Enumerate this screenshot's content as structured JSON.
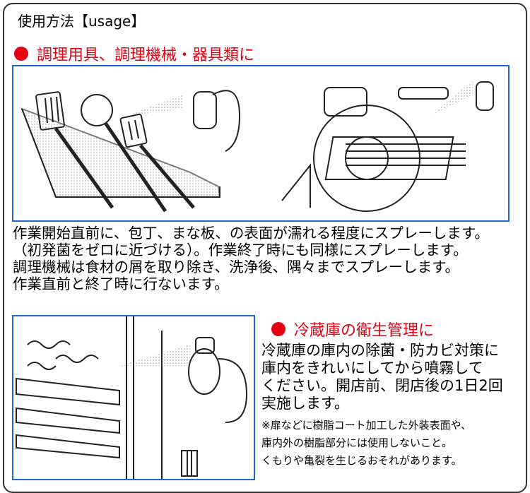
{
  "page": {
    "title": "使用方法【usage】"
  },
  "section_kitchen": {
    "heading": "調理用具、調理機械・器具類に",
    "body_lines": [
      "作業開始直前に、包丁、まな板、の表面が濡れる程度にスプレーします。",
      "（初発菌をゼロに近づける）。作業終了時にも同様にスプレーします。",
      "調理機械は食材の屑を取り除き、洗浄後、隅々までスプレーします。",
      "作業直前と終了時に行ないます。"
    ]
  },
  "section_fridge": {
    "heading": "冷蔵庫の衛生管理に",
    "body_lines": [
      "冷蔵庫の庫内の除菌・防カビ対策に",
      "庫内をきれいにしてから噴霧して",
      "ください。開店前、閉店後の1日2回",
      "実施します。"
    ],
    "note_lines": [
      "※扉などに樹脂コート加工した外装表面や、",
      "庫内外の樹脂部分には使用しないこと。",
      "くもりや亀裂を生じるおそれがあります。"
    ]
  },
  "colors": {
    "accent_red": "#e60012",
    "illustration_border": "#1f67c9",
    "frame": "#333333"
  }
}
